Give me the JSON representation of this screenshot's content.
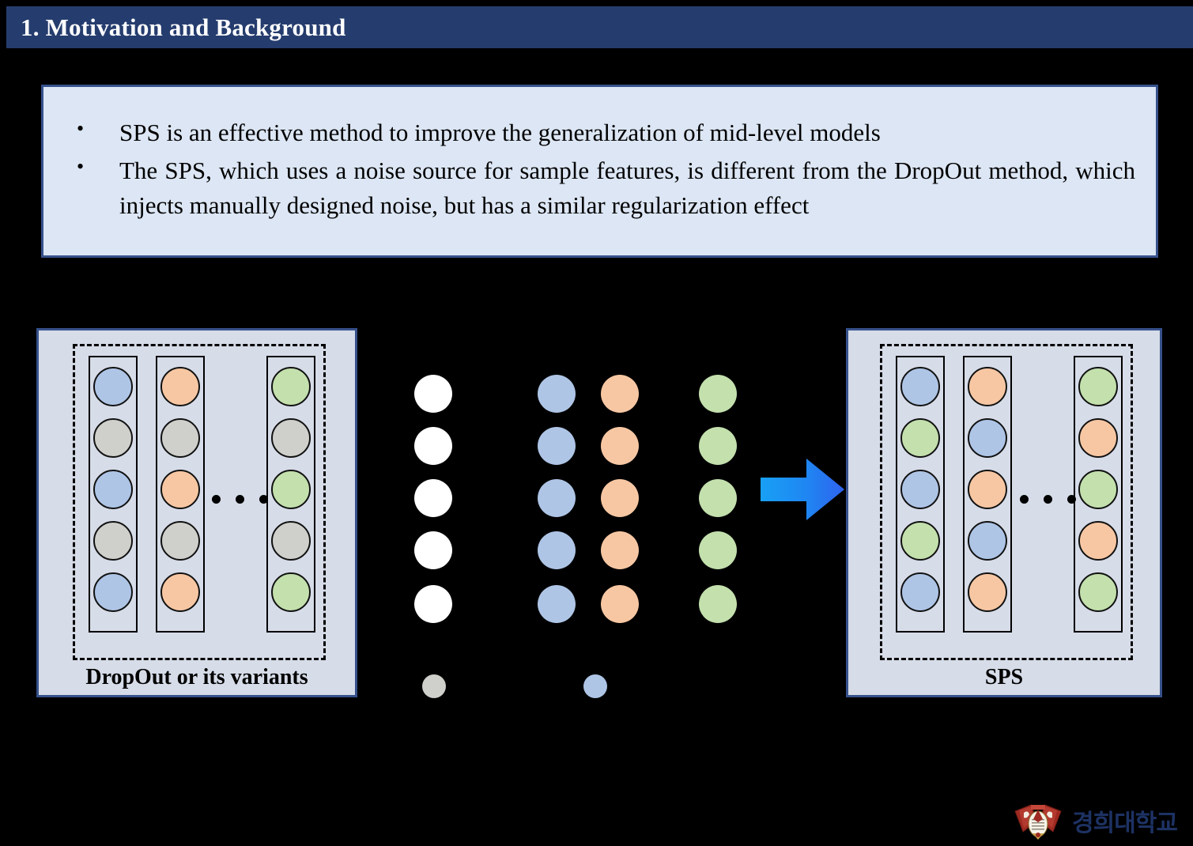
{
  "slide": {
    "title": "1. Motivation and Background",
    "title_bar_color": "#253c6e",
    "background_color": "#000000"
  },
  "bullets": {
    "box_fill": "#dce6f4",
    "box_border": "#36518c",
    "items": [
      "SPS is an effective method to improve the generalization of mid-level models",
      "The SPS, which uses a noise source for sample features, is different from the DropOut method, which injects manually designed noise, but has a similar regularization effect"
    ]
  },
  "diagram": {
    "node_colors": {
      "blue": "#aec5e6",
      "orange": "#f7c7a3",
      "green": "#c3e0ad",
      "gray": "#cfcfcc",
      "white": "#ffffff"
    },
    "panel_fill": "#d6dce8",
    "panel_border": "#36518c",
    "arrow_color_start": "#1b9bf0",
    "arrow_color_end": "#2f6df0",
    "left_panel": {
      "label": "DropOut or its variants",
      "ellipsis": "...",
      "columns": [
        {
          "nodes": [
            "blue",
            "gray",
            "blue",
            "gray",
            "blue"
          ]
        },
        {
          "nodes": [
            "orange",
            "gray",
            "orange",
            "gray",
            "orange"
          ]
        },
        {
          "nodes": [
            "green",
            "gray",
            "green",
            "gray",
            "green"
          ]
        }
      ]
    },
    "right_panel": {
      "label": "SPS",
      "ellipsis": "...",
      "columns": [
        {
          "nodes": [
            "blue",
            "green",
            "blue",
            "green",
            "blue"
          ]
        },
        {
          "nodes": [
            "orange",
            "blue",
            "orange",
            "blue",
            "orange"
          ]
        },
        {
          "nodes": [
            "green",
            "orange",
            "green",
            "orange",
            "green"
          ]
        }
      ]
    },
    "middle_columns": [
      {
        "nodes": [
          "white",
          "white",
          "white",
          "white",
          "white"
        ]
      },
      {
        "nodes": [
          "blue",
          "blue",
          "blue",
          "blue",
          "blue"
        ]
      },
      {
        "nodes": [
          "orange",
          "orange",
          "orange",
          "orange",
          "orange"
        ]
      },
      {
        "nodes": [
          "green",
          "green",
          "green",
          "green",
          "green"
        ]
      }
    ],
    "legend_dots": [
      "gray",
      "blue"
    ]
  },
  "logo": {
    "text": "경희대학교",
    "text_color": "#1d3263",
    "crest_colors": {
      "banner": "#9e2a22",
      "banner_light": "#c4473a",
      "shield": "#f2ece0",
      "gold": "#c8a34a"
    }
  }
}
